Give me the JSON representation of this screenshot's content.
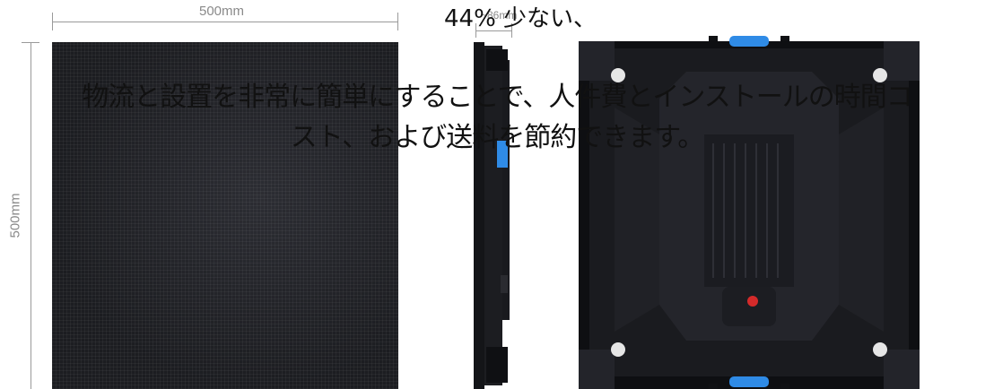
{
  "dimensions": {
    "width_label": "500mm",
    "height_label": "500mm",
    "depth_label": "~86mm"
  },
  "headline_percent": "44% 少ない、",
  "description_line1": "物流と設置を非常に簡単にすることで、人件費とインストールの時間コ",
  "description_line2": "スト、および送料を節約できます。",
  "colors": {
    "panel": "#1f2024",
    "frame": "#101114",
    "handle_accent": "#2f8be6",
    "indicator": "#d42a2a"
  }
}
